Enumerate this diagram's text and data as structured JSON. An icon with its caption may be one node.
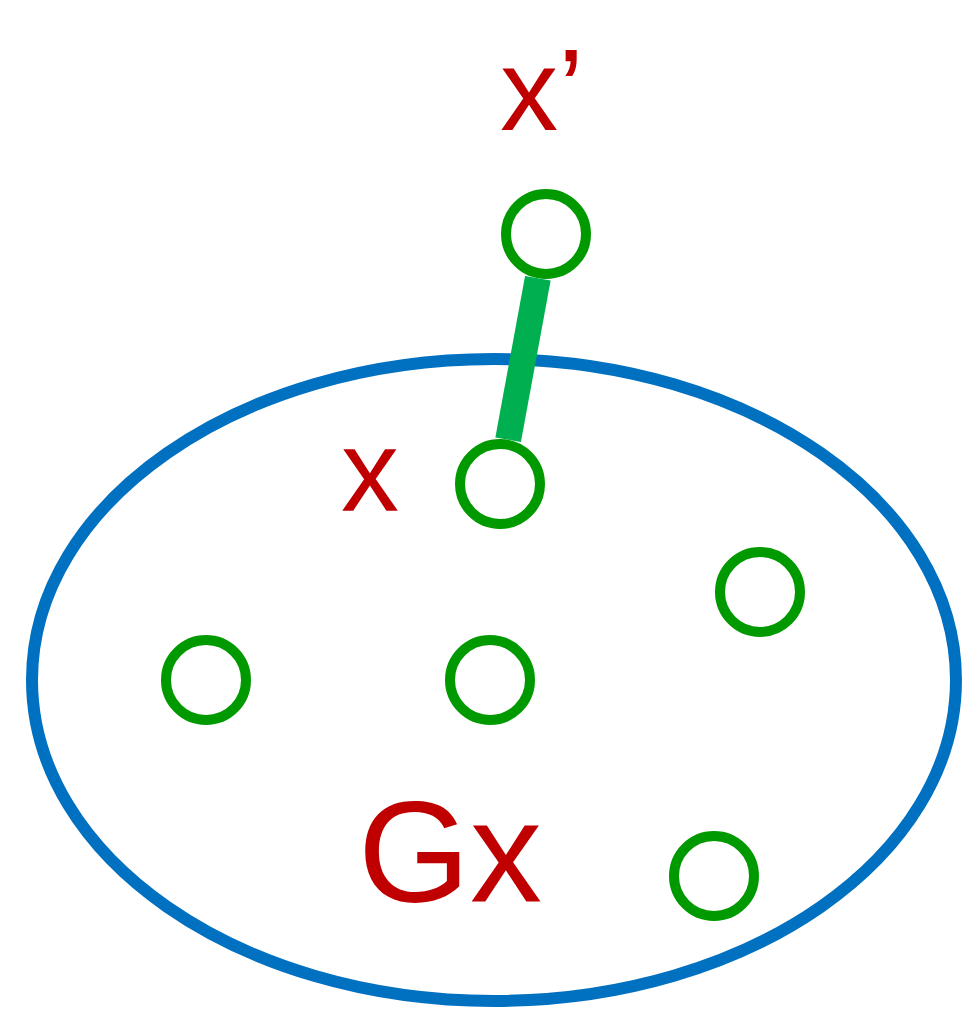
{
  "diagram": {
    "nodes": [
      {
        "text": [
          "Gx"
        ]
      },
      {
        "text": [],
        "shape": "circle",
        "beside": [
          "x’"
        ]
      },
      {
        "text": [],
        "shape": "circle",
        "beside": [
          "x"
        ],
        "in": 0
      },
      {
        "text": [],
        "shape": "circle",
        "in": 0
      },
      {
        "text": [],
        "shape": "circle",
        "in": 0
      },
      {
        "text": [],
        "shape": "circle",
        "in": 0
      },
      {
        "text": [],
        "shape": "circle",
        "in": 0
      }
    ],
    "edges": [
      {
        "from": 1,
        "to": 2,
        "arrow": "none"
      }
    ]
  }
}
